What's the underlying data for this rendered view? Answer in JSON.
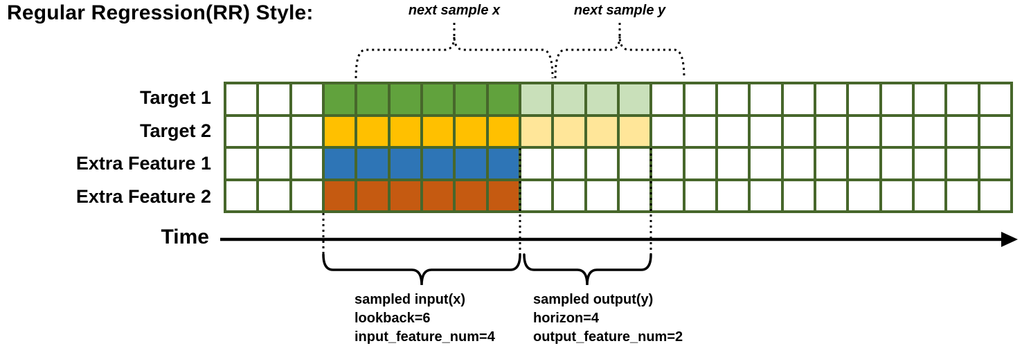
{
  "title": "Regular Regression(RR) Style:",
  "grid": {
    "border_color": "#47672b",
    "columns": 24,
    "input_start_col": 3,
    "input_end_col": 9,
    "output_end_col": 13,
    "rows": [
      {
        "label": "Target 1",
        "input_fill": "#61a23d",
        "output_fill": "#c9e0ba"
      },
      {
        "label": "Target 2",
        "input_fill": "#ffc000",
        "output_fill": "#ffe699"
      },
      {
        "label": "Extra Feature 1",
        "input_fill": "#2e75b6",
        "output_fill": null
      },
      {
        "label": "Extra Feature 2",
        "input_fill": "#c55a11",
        "output_fill": null
      }
    ]
  },
  "annotations": {
    "next_sample_x": "next sample x",
    "next_sample_y": "next sample y",
    "time_label": "Time",
    "sampled_input": {
      "line1": "sampled input(x)",
      "line2": "lookback=6",
      "line3": "input_feature_num=4"
    },
    "sampled_output": {
      "line1": "sampled output(y)",
      "line2": "horizon=4",
      "line3": "output_feature_num=2"
    }
  },
  "colors": {
    "line": "#000000"
  }
}
